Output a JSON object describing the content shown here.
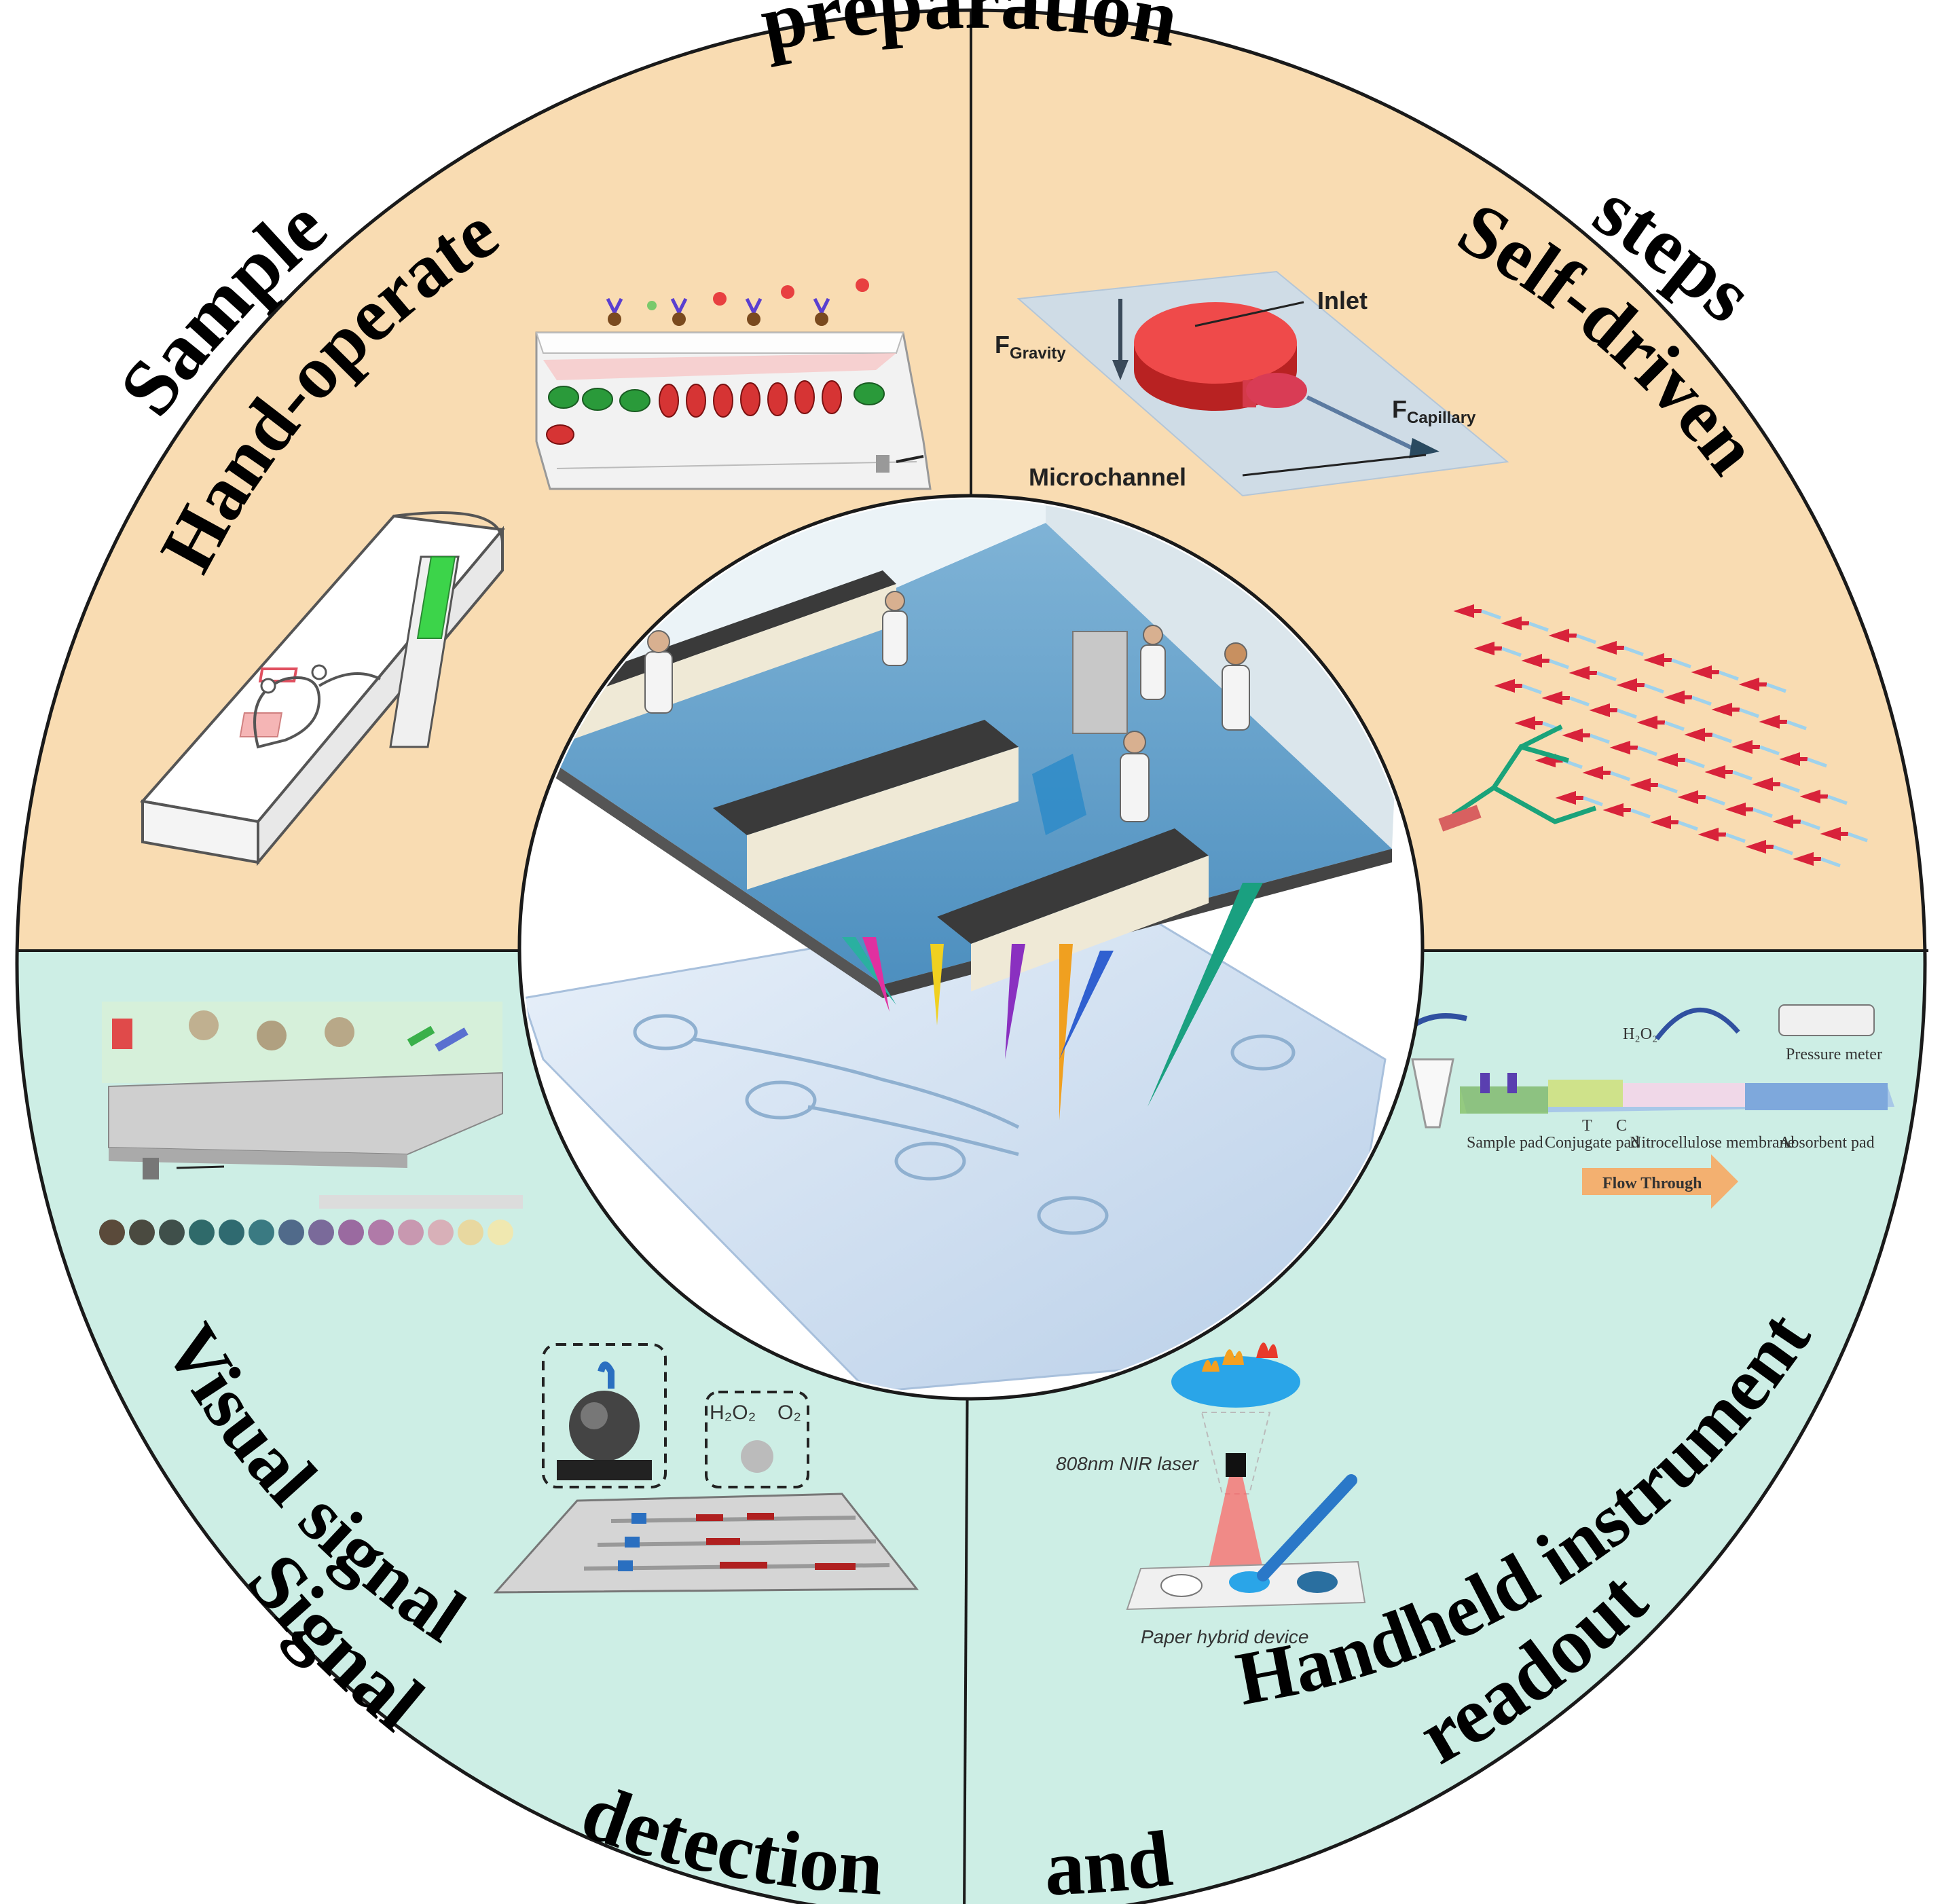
{
  "colors": {
    "top_quadrants": "#f9dcb2",
    "bottom_quadrants": "#cdeee5",
    "ring_stroke": "#1a1a1a",
    "center_fill": "#ffffff"
  },
  "outer_labels": {
    "top": "preparation",
    "top_left": "Sample",
    "top_right": "steps",
    "bottom_left": "Signal",
    "bottom_left_lower": "detection",
    "bottom_center": "and",
    "bottom_right": "readout"
  },
  "quadrant_labels": {
    "top_left": "Hand-operated",
    "top_right": "Self-driven",
    "bottom_left": "Visual signal",
    "bottom_right": "Handheld instrument"
  },
  "figure_labels": {
    "inlet": "Inlet",
    "gravity_main": "F",
    "gravity_sub": "Gravity",
    "capillary_main": "F",
    "capillary_sub": "Capillary",
    "microchannel": "Microchannel",
    "pressure_meter": "Pressure meter",
    "h2o2": "H₂O₂",
    "sample_pad": "Sample pad",
    "conjugate_pad": "Conjugate pad",
    "nitrocellulose": "Nitrocellulose membrane",
    "absorbent_pad": "Absorbent pad",
    "t_line": "T",
    "c_line": "C",
    "flow_through": "Flow Through",
    "laser": "808nm NIR laser",
    "paper_device": "Paper hybrid device",
    "h2o2_small": "H₂O₂",
    "o2_small": "O₂"
  }
}
